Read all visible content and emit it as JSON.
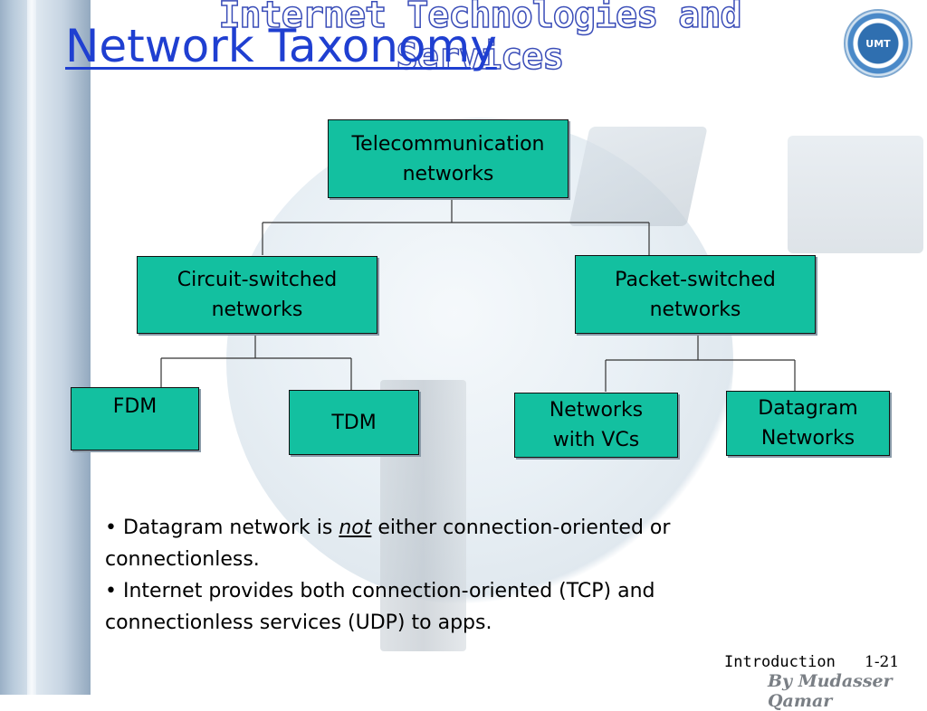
{
  "header": {
    "banner": "Internet Technologies and Services",
    "logo_text": "UMT"
  },
  "slide": {
    "title": "Network Taxonomy"
  },
  "diagram": {
    "nodes": {
      "telecom": "Telecommunication\nnetworks",
      "circuit": "Circuit-switched\nnetworks",
      "packet": "Packet-switched\nnetworks",
      "fdm": "FDM",
      "tdm": "TDM",
      "vcs": "Networks\nwith VCs",
      "datagram": "Datagram\nNetworks"
    }
  },
  "bullets": {
    "b1_pre": "• Datagram network is ",
    "b1_em": "not",
    "b1_post": " either connection-oriented or connectionless.",
    "b2": "• Internet provides both connection-oriented (TCP) and connectionless services (UDP) to apps."
  },
  "footer": {
    "section": "Introduction",
    "page": "1-21",
    "author": "By Mudasser Qamar"
  },
  "colors": {
    "node_fill": "#13c0a0",
    "title": "#1f3fd1",
    "banner_outline": "#3a4db8"
  }
}
